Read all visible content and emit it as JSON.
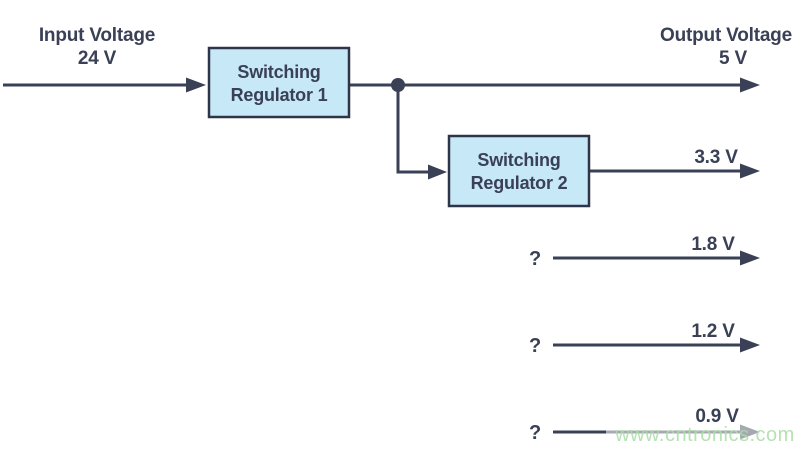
{
  "colors": {
    "line": "#3a4055",
    "text": "#3a4055",
    "box_fill": "#c7e8f7",
    "box_border": "#2e3549",
    "watermark": "#a9dea6"
  },
  "diagram": {
    "input": {
      "title": "Input Voltage",
      "value": "24 V"
    },
    "output": {
      "title": "Output Voltage",
      "value": "5 V"
    },
    "regulator1": {
      "line1": "Switching",
      "line2": "Regulator 1"
    },
    "regulator2": {
      "line1": "Switching",
      "line2": "Regulator 2"
    },
    "rails": [
      {
        "label": "3.3 V"
      },
      {
        "label": "1.8 V",
        "question": "?"
      },
      {
        "label": "1.2 V",
        "question": "?"
      },
      {
        "label": "0.9 V",
        "question": "?"
      }
    ]
  },
  "watermark": {
    "text": "www.cntronics.com"
  }
}
